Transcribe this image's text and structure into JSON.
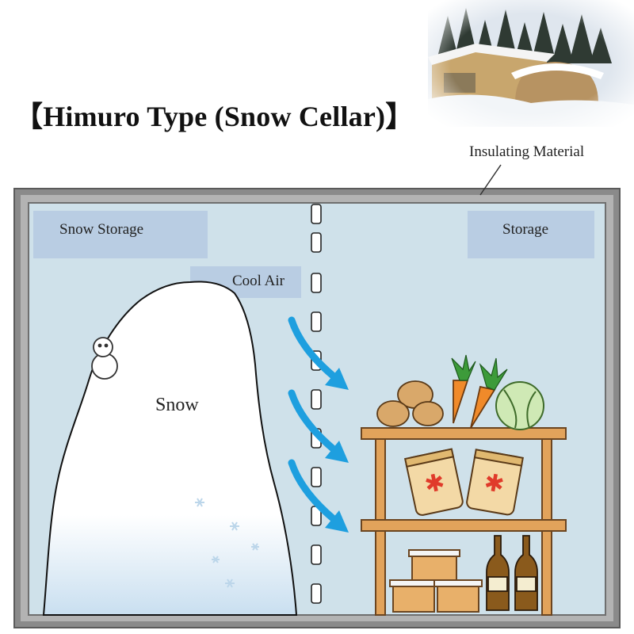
{
  "title": "【Himuro Type (Snow Cellar)】",
  "labels": {
    "insulating_material": "Insulating Material",
    "snow_storage": "Snow Storage",
    "storage": "Storage",
    "cool_air": "Cool Air",
    "snow": "Snow"
  },
  "icons": {
    "photo": "snow-cellar-photo",
    "snowman": "snowman-icon",
    "potatoes": "potato-icon",
    "carrots": "carrot-icon",
    "cabbage": "cabbage-icon",
    "rice_bags": "rice-bag-icon",
    "miso_tubs": "miso-tub-icon",
    "sake_bottles": "sake-bottle-icon",
    "cool_air_arrows": "arrow-icon"
  },
  "colors": {
    "room_fill": "#cfe1ea",
    "label_box": "#b9cde3",
    "wall": "#6f6f6f",
    "arrow": "#1e9fdf",
    "shelf": "#e2a35b",
    "snow": "#ffffff"
  }
}
